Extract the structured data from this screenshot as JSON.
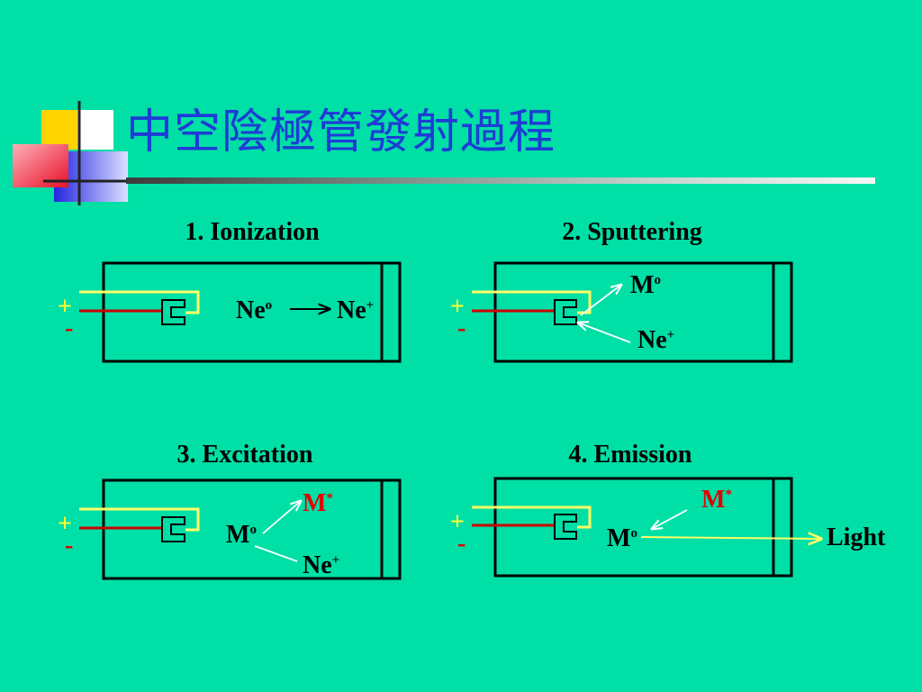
{
  "title": "中空陰極管發射過程",
  "panels": [
    {
      "label": "1. Ionization"
    },
    {
      "label": "2. Sputtering"
    },
    {
      "label": "3. Excitation"
    },
    {
      "label": "4. Emission"
    }
  ],
  "electrode": {
    "plus": "+",
    "minus": "-"
  },
  "species": {
    "neon": "Ne",
    "metal": "M",
    "neutral_sup": "o",
    "ion_sup": "+",
    "excited_sup": "*",
    "light": "Light"
  },
  "colors": {
    "background": "#00dfa6",
    "title": "#1f3bd6",
    "plus_lead": "#ffff66",
    "minus_lead": "#cc0000",
    "excited": "#e00000"
  }
}
